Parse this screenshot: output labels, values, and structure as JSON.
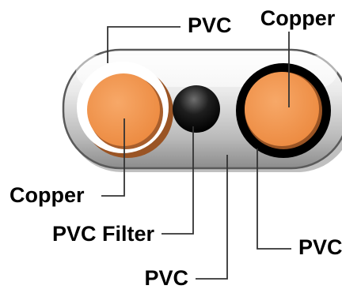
{
  "diagram": {
    "labels": {
      "pvc_outer_top": "PVC",
      "copper_right": "Copper",
      "copper_left": "Copper",
      "pvc_filter": "PVC Filter",
      "pvc_right_insulation": "PVC",
      "pvc_bottom_jacket": "PVC"
    }
  },
  "colors": {
    "copper": "#f0944e",
    "pvc_jacket": "#d9d9d9",
    "black_insulation": "#0a0a0a",
    "white_insulation": "#ffffff",
    "label_text": "#000000"
  }
}
